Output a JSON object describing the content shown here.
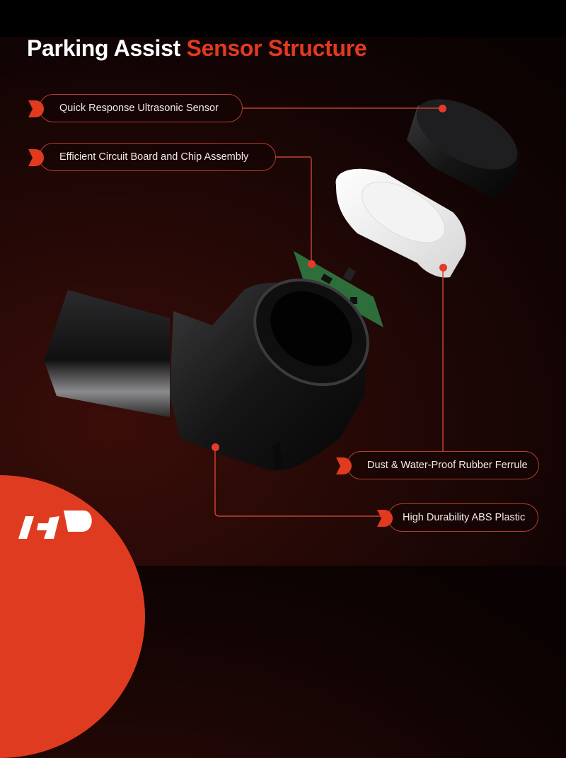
{
  "title": {
    "white": "Parking Assist",
    "red": "Sensor Structure"
  },
  "colors": {
    "accent": "#e23a1f",
    "pill_border": "#b2402d",
    "background": "#1a0504",
    "text": "#f1ebe8"
  },
  "callouts": [
    {
      "label": "Quick Response Ultrasonic Sensor"
    },
    {
      "label": "Efficient Circuit Board and Chip Assembly"
    },
    {
      "label": "Dust & Water-Proof Rubber Ferrule"
    },
    {
      "label": "High Durability ABS Plastic"
    }
  ],
  "brand": {
    "logo": "A-Premium logo"
  }
}
